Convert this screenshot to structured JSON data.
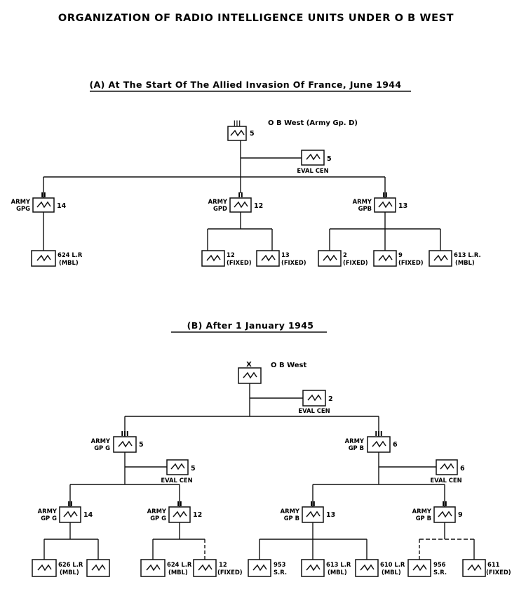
{
  "title": "ORGANIZATION OF RADIO INTELLIGENCE UNITS UNDER O B WEST",
  "section_a": {
    "heading": "(A) At The Start Of The Allied Invasion Of France, June 1944",
    "root_label": "O B West (Army Gp. D)",
    "root_echelon": "|||",
    "root_num": "5",
    "eval": {
      "num": "5",
      "label": "EVAL CEN"
    },
    "groups": [
      {
        "l1": "ARMY",
        "l2": "GPG",
        "num": "14",
        "echelon": "II"
      },
      {
        "l1": "ARMY",
        "l2": "GPD",
        "num": "12",
        "echelon": "II"
      },
      {
        "l1": "ARMY",
        "l2": "GPB",
        "num": "13",
        "echelon": "II"
      }
    ],
    "units": [
      {
        "l1": "624 L.R",
        "l2": "(MBL)"
      },
      {
        "l1": "12",
        "l2": "(FIXED)"
      },
      {
        "l1": "13",
        "l2": "(FIXED)"
      },
      {
        "l1": "2",
        "l2": "(FIXED)"
      },
      {
        "l1": "9",
        "l2": "(FIXED)"
      },
      {
        "l1": "613 L.R.",
        "l2": "(MBL)"
      }
    ]
  },
  "section_b": {
    "heading": "(B) After 1 January 1945",
    "root_label": "O B West",
    "root_echelon": "X",
    "eval": {
      "num": "2",
      "label": "EVAL CEN"
    },
    "groups": [
      {
        "l1": "ARMY",
        "l2": "GP G",
        "num": "5",
        "echelon": "III"
      },
      {
        "l1": "ARMY",
        "l2": "GP B",
        "num": "6",
        "echelon": "III"
      }
    ],
    "group_evals": [
      {
        "num": "5",
        "label": "EVAL CEN"
      },
      {
        "num": "6",
        "label": "EVAL CEN"
      }
    ],
    "subgroups": [
      {
        "l1": "ARMY",
        "l2": "GP G",
        "num": "14",
        "echelon": "II"
      },
      {
        "l1": "ARMY",
        "l2": "GP G",
        "num": "12",
        "echelon": "II"
      },
      {
        "l1": "ARMY",
        "l2": "GP B",
        "num": "13",
        "echelon": "II"
      },
      {
        "l1": "ARMY",
        "l2": "GP B",
        "num": "9",
        "echelon": "II"
      }
    ],
    "units": [
      {
        "l1": "626 L.R",
        "l2": "(MBL)"
      },
      {
        "l1": "",
        "l2": ""
      },
      {
        "l1": "624 L.R",
        "l2": "(MBL)"
      },
      {
        "l1": "12",
        "l2": "(FIXED)"
      },
      {
        "l1": "953",
        "l2": "S.R."
      },
      {
        "l1": "613 L.R",
        "l2": "(MBL)"
      },
      {
        "l1": "610 L.R",
        "l2": "(MBL)"
      },
      {
        "l1": "956",
        "l2": "S.R."
      },
      {
        "l1": "611",
        "l2": "(FIXED)"
      }
    ]
  }
}
